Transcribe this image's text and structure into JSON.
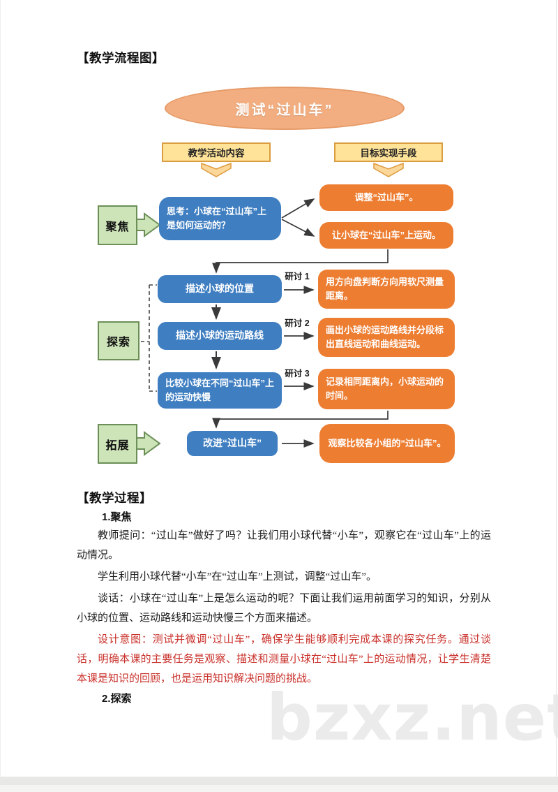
{
  "page": {
    "flowchart_heading": "【教学流程图】",
    "process_heading": "【教学过程】",
    "watermark": "bzxz.net"
  },
  "diagram": {
    "title": "测试“过山车”",
    "left_header": "教学活动内容",
    "right_header": "目标实现手段",
    "focus": {
      "stage": "聚焦",
      "think": "思考：小球在“过山车”上是如何运动的？",
      "adjust": "调整“过山车”。",
      "run": "让小球在“过山车”上运动。"
    },
    "explore": {
      "stage": "探索",
      "rows": [
        {
          "blue": "描述小球的位置",
          "tag": "研讨 1",
          "orange": "用方向盘判断方向用软尺测量距离。"
        },
        {
          "blue": "描述小球的运动路线",
          "tag": "研讨 2",
          "orange": "画出小球的运动路线并分段标出直线运动和曲线运动。"
        },
        {
          "blue": "比较小球在不同“过山车”上的运动快慢",
          "tag": "研讨 3",
          "orange": "记录相同距离内，小球运动的时间。"
        }
      ]
    },
    "extend": {
      "stage": "拓展",
      "improve": "改进“过山车”",
      "observe": "观察比较各小组的“过山车”。"
    }
  },
  "process": {
    "section1": "1.聚焦",
    "para1": "教师提问：“过山车”做好了吗？让我们用小球代替“小车”，观察它在“过山车”上的运动情况。",
    "para2": "学生利用小球代替“小车”在“过山车”上测试，调整“过山车”。",
    "para3": "谈话：小球在“过山车”上是怎么运动的呢？下面让我们运用前面学习的知识，分别从小球的位置、运动路线和运动快慢三个方面来描述。",
    "design_note": "设计意图：测试并微调“过山车”，确保学生能够顺利完成本课的探究任务。通过谈话，明确本课的主要任务是观察、描述和测量小球在“过山车”上的运动情况，让学生清楚本课是知识的回顾，也是运用知识解决问题的挑战。",
    "section2": "2.探索"
  },
  "colors": {
    "blue": "#3e7ec1",
    "orange": "#ed7d31",
    "green_fill": "#cde3b8",
    "yellow_fill": "#ffe399",
    "ellipse_fill": "#f2ae80",
    "red_text": "#c9302a"
  }
}
